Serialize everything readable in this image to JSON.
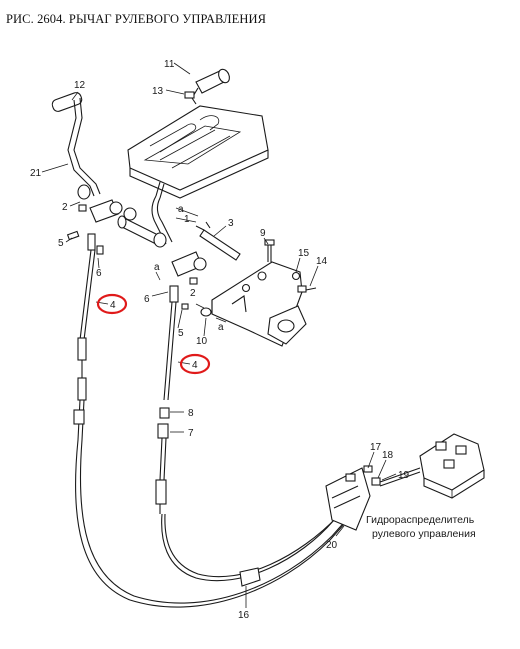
{
  "title": "РИС. 2604. РЫЧАГ РУЛЕВОГО УПРАВЛЕНИЯ",
  "callouts": {
    "c1": "1",
    "c2a": "2",
    "c2b": "2",
    "c3": "3",
    "c4a": "4",
    "c4b": "4",
    "c5a": "5",
    "c5b": "5",
    "c6a": "6",
    "c6b": "6",
    "c7": "7",
    "c8": "8",
    "c9": "9",
    "c10": "10",
    "c11": "11",
    "c12": "12",
    "c13": "13",
    "c14": "14",
    "c15": "15",
    "c16": "16",
    "c17": "17",
    "c18": "18",
    "c19": "19",
    "c20": "20",
    "c21": "21",
    "a1": "a",
    "a2": "a",
    "a3": "a"
  },
  "valve_label": {
    "line1": "Гидрораспределитель",
    "line2": "рулевого управления"
  },
  "highlight_color": "#e01a1a"
}
